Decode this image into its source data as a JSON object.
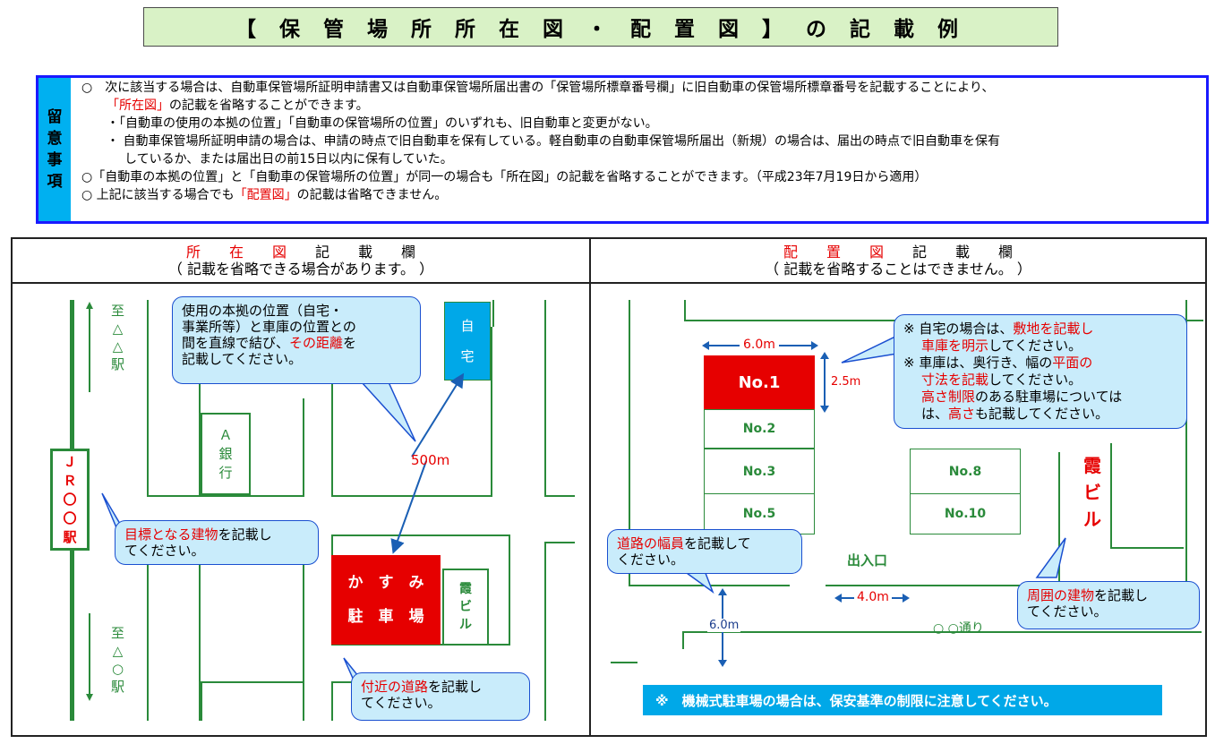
{
  "title": "【 保 管 場 所 所 在 図 ・ 配 置 図 】 の 記 載 例",
  "notes": {
    "side_label": [
      "留",
      "意",
      "事",
      "項"
    ],
    "l1": "○　次に該当する場合は、自動車保管場所証明申請書又は自動車保管場所届出書の「保管場所標章番号欄」に旧自動車の保管場所標章番号を記載することにより、",
    "l2_red": "「所在図」",
    "l2_rest": "の記載を省略することができます。",
    "l3": "・「自動車の使用の本拠の位置」「自動車の保管場所の位置」のいずれも、旧自動車と変更がない。",
    "l4": "・ 自動車保管場所証明申請の場合は、申請の時点で旧自動車を保有している。軽自動車の自動車保管場所届出（新規）の場合は、届出の時点で旧自動車を保有",
    "l5": "しているか、または届出日の前15日以内に保有していた。",
    "l6": "○「自動車の本拠の位置」と「自動車の保管場所の位置」が同一の場合も「所在図」の記載を省略することができます。（平成23年7月19日から適用）",
    "l7_pre": "○ 上記に該当する場合でも",
    "l7_red": "「配置図」",
    "l7_post": "の記載は省略できません。"
  },
  "left": {
    "head_red": "所　　在　　図",
    "head_black": "　　記　　載　　欄",
    "head_sub": "（ 記載を省略できる場合があります。 ）",
    "to_top": [
      "至",
      "△",
      "△",
      "駅"
    ],
    "to_bottom": [
      "至",
      "△",
      "○",
      "駅"
    ],
    "station": [
      "Ｊ",
      "Ｒ",
      "〇",
      "〇",
      "駅"
    ],
    "bank": [
      "Ａ",
      "銀",
      "行"
    ],
    "home": [
      "自",
      "宅"
    ],
    "parking1": "か　す　み",
    "parking2": "駐　車　場",
    "kasumi_building": [
      "霞",
      "ビ",
      "ル"
    ],
    "distance": "500m",
    "callout1": [
      "使用の本拠の位置（自宅・",
      "事業所等）と車庫の位置との",
      "間を直線で結び、",
      "その距離",
      "を",
      "記載してください。"
    ],
    "callout2_red": "目標となる建物",
    "callout2_rest": "を記載し",
    "callout2_l2": "てください。",
    "callout3_red": "付近の道路",
    "callout3_rest": "を記載し",
    "callout3_l2": "てください。"
  },
  "right": {
    "head_red": "配　　置　　図",
    "head_black": "　　記　　載　　欄",
    "head_sub": "（ 記載を省略することはできません。 ）",
    "width_dim": "6.0m",
    "depth_dim": "2.5m",
    "no1": "No.1",
    "slots": [
      "No.2",
      "No.3",
      "No.5",
      "No.8",
      "No.10"
    ],
    "entrance": "出入口",
    "road_width": "4.0m",
    "road_side": "6.0m",
    "road_name": "○ ○通り",
    "kasumi_building": [
      "霞",
      "ビ",
      "ル"
    ],
    "callout1": {
      "a1": "※ 自宅の場合は、",
      "a1_red": "敷地を記載し",
      "a2_red": "車庫を明示",
      "a2": "してください。",
      "b1": "※ 車庫は、奥行き、幅の",
      "b1_red": "平面の",
      "b2_red": "寸法を記載",
      "b2": "してください。",
      "c1_red": "高さ制限",
      "c1": "のある駐車場については",
      "c2": "は、",
      "c2_red": "高さ",
      "c2_rest": "も記載してください。"
    },
    "callout2_red": "道路の幅員",
    "callout2_rest": "を記載して",
    "callout2_l2": "ください。",
    "callout3_red": "周囲の建物",
    "callout3_rest": "を記載し",
    "callout3_l2": "てください。",
    "notice": "※　機械式駐車場の場合は、保安基準の制限に注意してください。"
  }
}
